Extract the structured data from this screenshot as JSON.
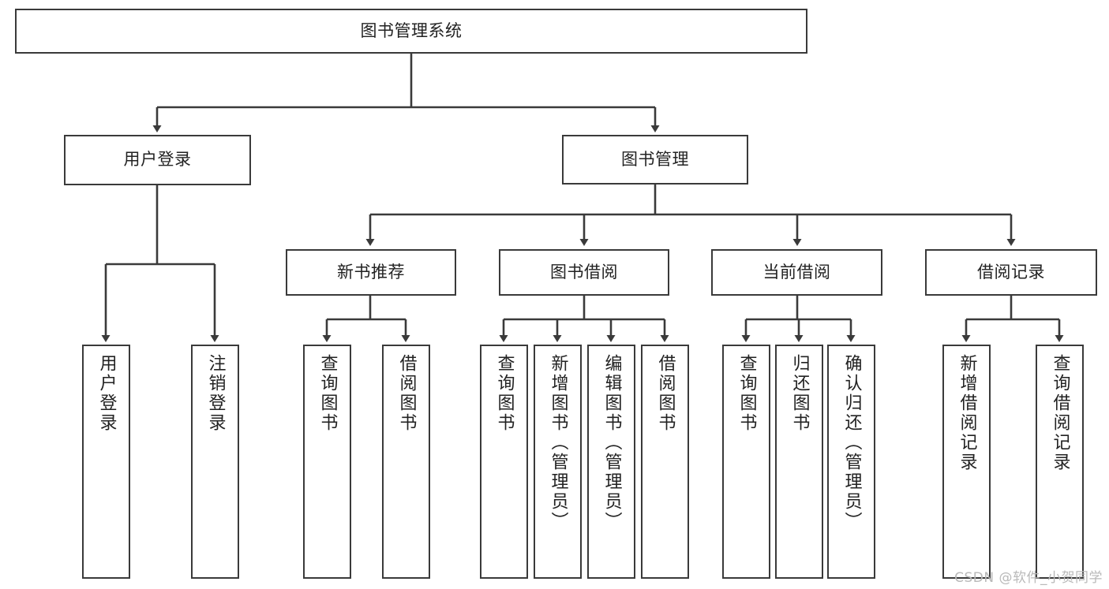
{
  "diagram": {
    "title": "图书管理系统",
    "watermark": "CSDN @软件_小贺同学",
    "line_color": "#3a3a3a",
    "box_fill": "#ffffff",
    "text_color": "#222222",
    "watermark_color": "#b9b9b9",
    "levels": {
      "root": {
        "label": "图书管理系统"
      },
      "level1": [
        {
          "label": "用户登录"
        },
        {
          "label": "图书管理"
        }
      ],
      "level2": [
        {
          "label": "新书推荐"
        },
        {
          "label": "图书借阅"
        },
        {
          "label": "当前借阅"
        },
        {
          "label": "借阅记录"
        }
      ],
      "leaves": {
        "user_login": [
          {
            "label": "用户登录"
          },
          {
            "label": "注销登录"
          }
        ],
        "new_book": [
          {
            "label": "查询图书"
          },
          {
            "label": "借阅图书"
          }
        ],
        "book_borrow": [
          {
            "label": "查询图书"
          },
          {
            "label": "新增图书（管理员）"
          },
          {
            "label": "编辑图书（管理员）"
          },
          {
            "label": "借阅图书"
          }
        ],
        "current_borrow": [
          {
            "label": "查询图书"
          },
          {
            "label": "归还图书"
          },
          {
            "label": "确认归还（管理员）"
          }
        ],
        "borrow_record": [
          {
            "label": "新增借阅记录"
          },
          {
            "label": "查询借阅记录"
          }
        ]
      }
    }
  }
}
